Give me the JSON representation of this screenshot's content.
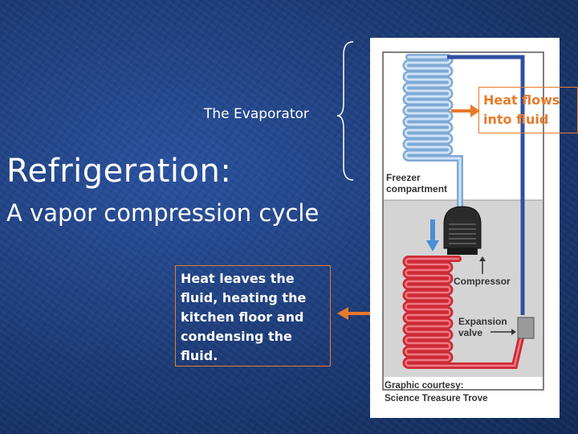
{
  "slide": {
    "evaporator_label": "The Evaporator",
    "title_line1": "Refrigeration:",
    "title_line2": "A vapor compression cycle",
    "heat_leaves": {
      "line1": "Heat leaves the",
      "line2": "fluid, heating the",
      "line3": "kitchen floor and",
      "line4": "condensing the",
      "line5": "fluid."
    },
    "heat_flows": {
      "line1": "Heat flows",
      "line2": "into fluid"
    }
  },
  "diagram": {
    "freezer_line1": "Freezer",
    "freezer_line2": "compartment",
    "compressor": "Compressor",
    "expansion_line1": "Expansion",
    "expansion_line2": "valve",
    "credit_line1": "Graphic courtesy:",
    "credit_line2": "Science Treasure Trove"
  },
  "colors": {
    "accent": "#e87a2a",
    "cold_coil": "#9fc7ea",
    "hot_coil": "#d32f3a",
    "background": "#1e3f7a"
  }
}
